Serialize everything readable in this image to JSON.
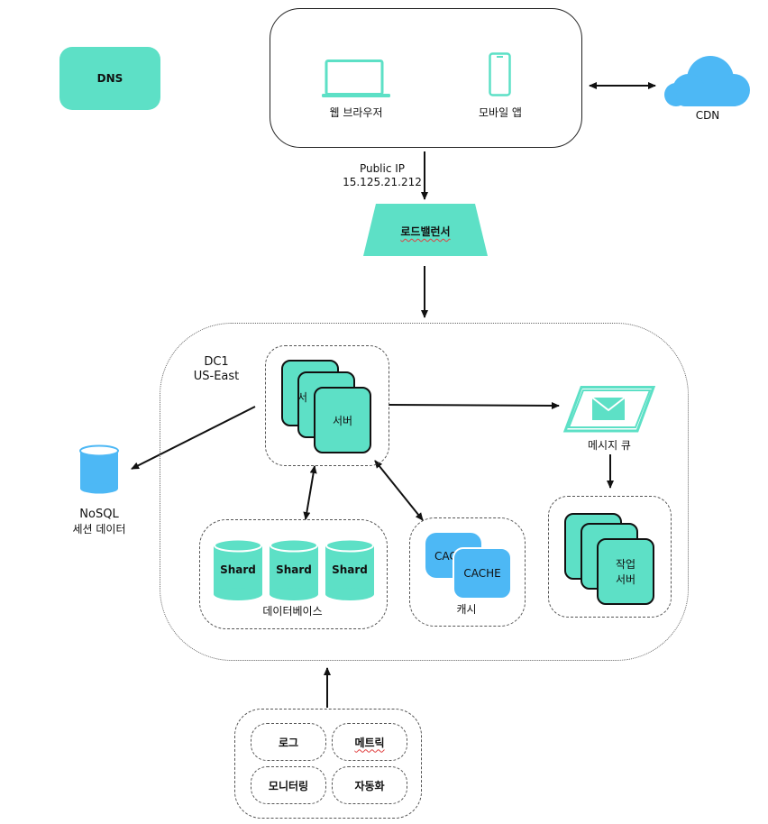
{
  "dns": {
    "label": "DNS"
  },
  "clients": {
    "web_browser": "웹 브라우저",
    "mobile_app": "모바일 앱"
  },
  "cdn": {
    "label": "CDN"
  },
  "public_ip": {
    "label": "Public IP",
    "address": "15.125.21.212"
  },
  "load_balancer": {
    "label": "로드밸런서"
  },
  "datacenter": {
    "name": "DC1",
    "region": "US-East"
  },
  "web_servers": {
    "label": "서버",
    "back_label_fragment": "서"
  },
  "message_queue": {
    "label": "메시지 큐"
  },
  "nosql": {
    "title": "NoSQL",
    "subtitle": "세션 데이터"
  },
  "database": {
    "label": "데이터베이스",
    "shards": [
      "Shard",
      "Shard",
      "Shard"
    ]
  },
  "cache": {
    "label": "캐시",
    "front_label": "CACHE",
    "back_label": "CAC"
  },
  "workers": {
    "label_line1": "작업",
    "label_line2": "서버"
  },
  "tools": {
    "items": [
      "로그",
      "메트릭",
      "모니터링",
      "자동화"
    ]
  },
  "colors": {
    "mint": "#5de0c6",
    "blue": "#4db8f5",
    "stroke": "#111111"
  }
}
